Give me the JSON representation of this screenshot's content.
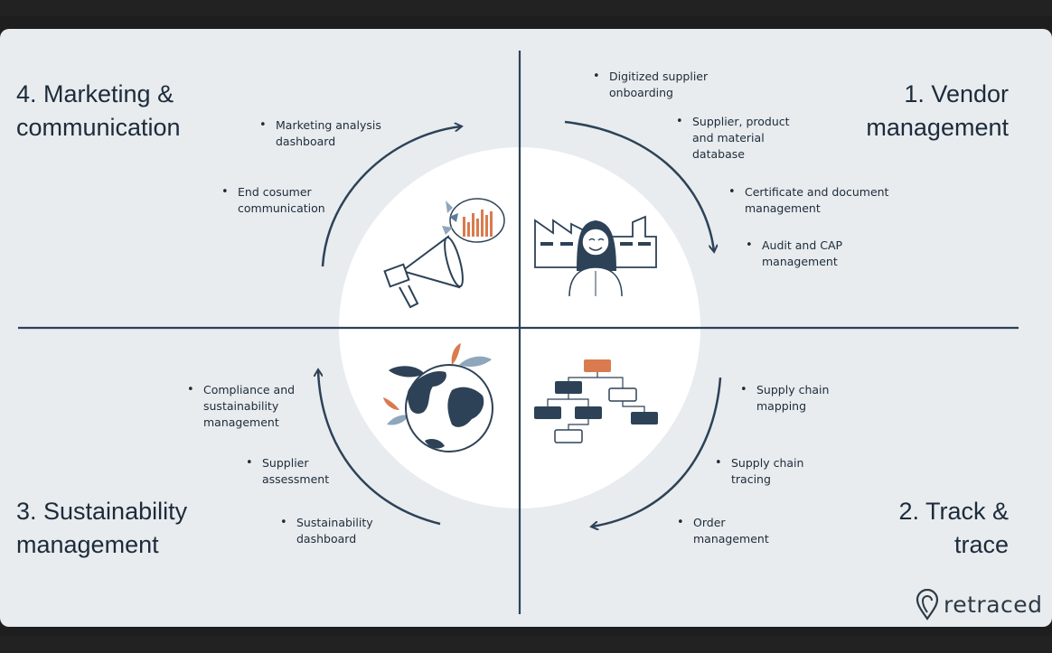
{
  "quadrants": {
    "q1": {
      "title": "1. Vendor\nmanagement",
      "bullets": [
        "Digitized supplier\nonboarding",
        "Supplier, product\nand material\ndatabase",
        "Certificate  and document\nmanagement",
        "Audit and CAP\nmanagement"
      ]
    },
    "q2": {
      "title": "2. Track &\ntrace",
      "bullets": [
        "Supply chain\nmapping",
        "Supply chain\ntracing",
        "Order\nmanagement"
      ]
    },
    "q3": {
      "title": "3. Sustainability\nmanagement",
      "bullets": [
        "Compliance and\nsustainability\nmanagement",
        "Supplier\nassessment",
        "Sustainability\ndashboard"
      ]
    },
    "q4": {
      "title": "4. Marketing &\ncommunication",
      "bullets": [
        "Marketing analysis\ndashboard",
        "End cosumer\ncommunication"
      ]
    }
  },
  "icons": [
    "megaphone-icon",
    "factory-person-icon",
    "globe-icon",
    "flowchart-icon",
    "location-pin-icon"
  ],
  "logo": {
    "text": "retraced"
  },
  "colors": {
    "navy": "#2d4257",
    "dark": "#1d2b3a",
    "orange": "#d97b4e",
    "light_blue": "#8fa7bd",
    "background": "#e8ecef"
  }
}
